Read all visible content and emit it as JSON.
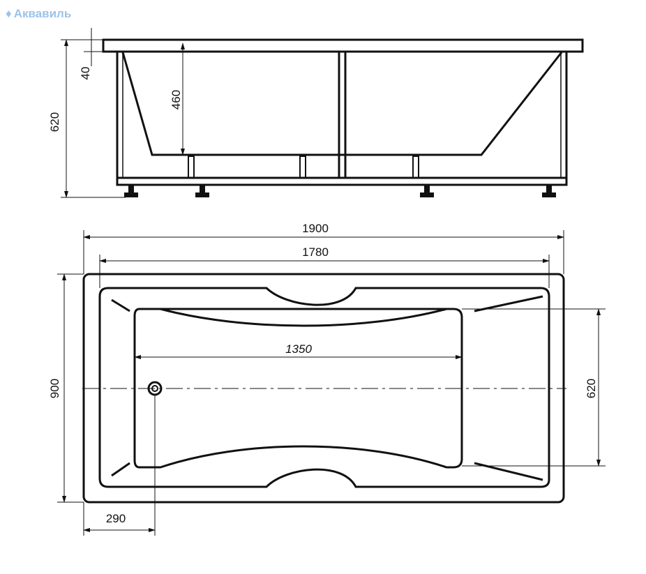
{
  "logo": {
    "text": "Аквавиль",
    "icon": "duck-icon",
    "color": "#9cc3ea"
  },
  "side_view": {
    "height_total": "620",
    "rim_thickness": "40",
    "depth": "460"
  },
  "top_view": {
    "length_outer": "1900",
    "length_inner": "1780",
    "bottom_length": "1350",
    "width_outer": "900",
    "width_inner": "620",
    "drain_offset": "290"
  }
}
